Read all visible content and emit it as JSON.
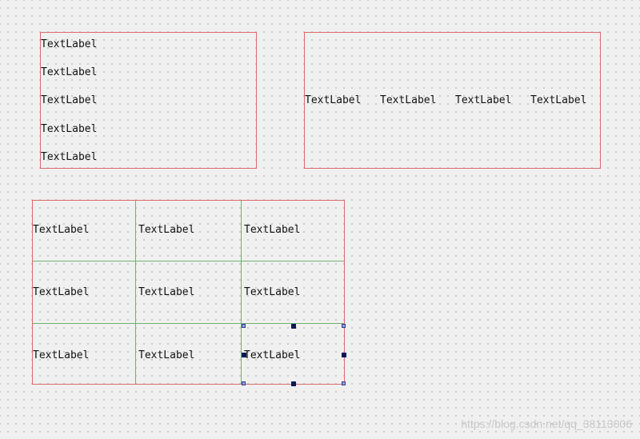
{
  "vertical_layout": {
    "labels": [
      "TextLabel",
      "TextLabel",
      "TextLabel",
      "TextLabel",
      "TextLabel"
    ]
  },
  "horizontal_layout": {
    "labels": [
      "TextLabel",
      "TextLabel",
      "TextLabel",
      "TextLabel"
    ]
  },
  "grid_layout": {
    "rows": [
      [
        "TextLabel",
        "TextLabel",
        "TextLabel"
      ],
      [
        "TextLabel",
        "TextLabel",
        "TextLabel"
      ],
      [
        "TextLabel",
        "TextLabel",
        "TextLabel"
      ]
    ]
  },
  "watermark": "https://blog.csdn.net/qq_38113006",
  "colors": {
    "layout_border": "#e06a6a",
    "grid_line": "#70b070",
    "handle": "#0b1a55",
    "canvas": "#f0f0f0"
  }
}
